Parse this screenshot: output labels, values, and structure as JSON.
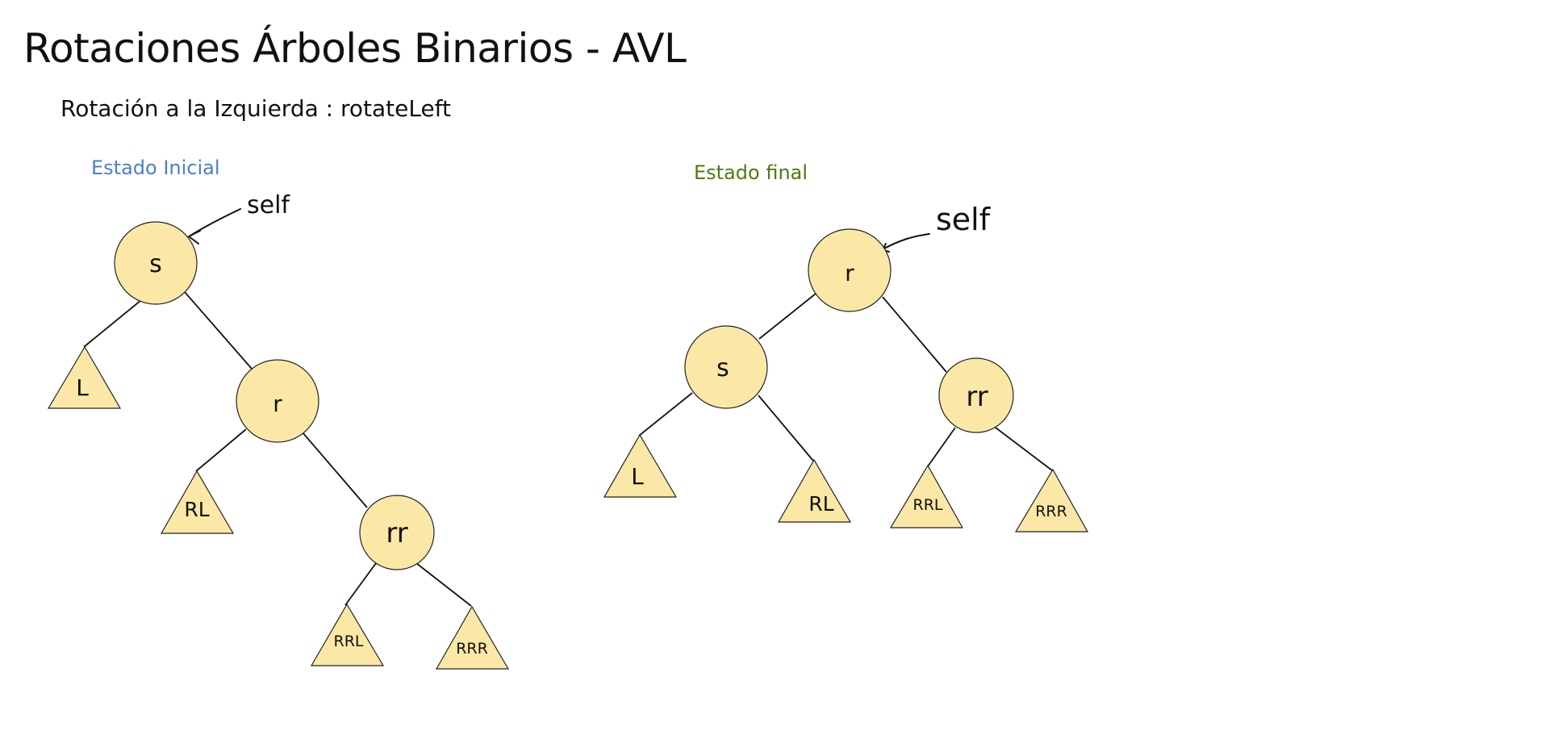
{
  "title": "Rotaciones Árboles Binarios - AVL",
  "subtitle": "Rotación a la Izquierda : rotateLeft",
  "initial_state": {
    "label": "Estado Inicial",
    "pointer": "self",
    "nodes": {
      "s": "s",
      "r": "r",
      "rr": "rr"
    },
    "subtrees": {
      "L": "L",
      "RL": "RL",
      "RRL": "RRL",
      "RRR": "RRR"
    }
  },
  "final_state": {
    "label": "Estado final",
    "pointer": "self",
    "nodes": {
      "r": "r",
      "s": "s",
      "rr": "rr"
    },
    "subtrees": {
      "L": "L",
      "RL": "RL",
      "RRL": "RRL",
      "RRR": "RRR"
    }
  },
  "colors": {
    "node_fill": "#fbe8a6",
    "initial_label": "#4a7fcc",
    "final_label": "#4e7a12"
  }
}
